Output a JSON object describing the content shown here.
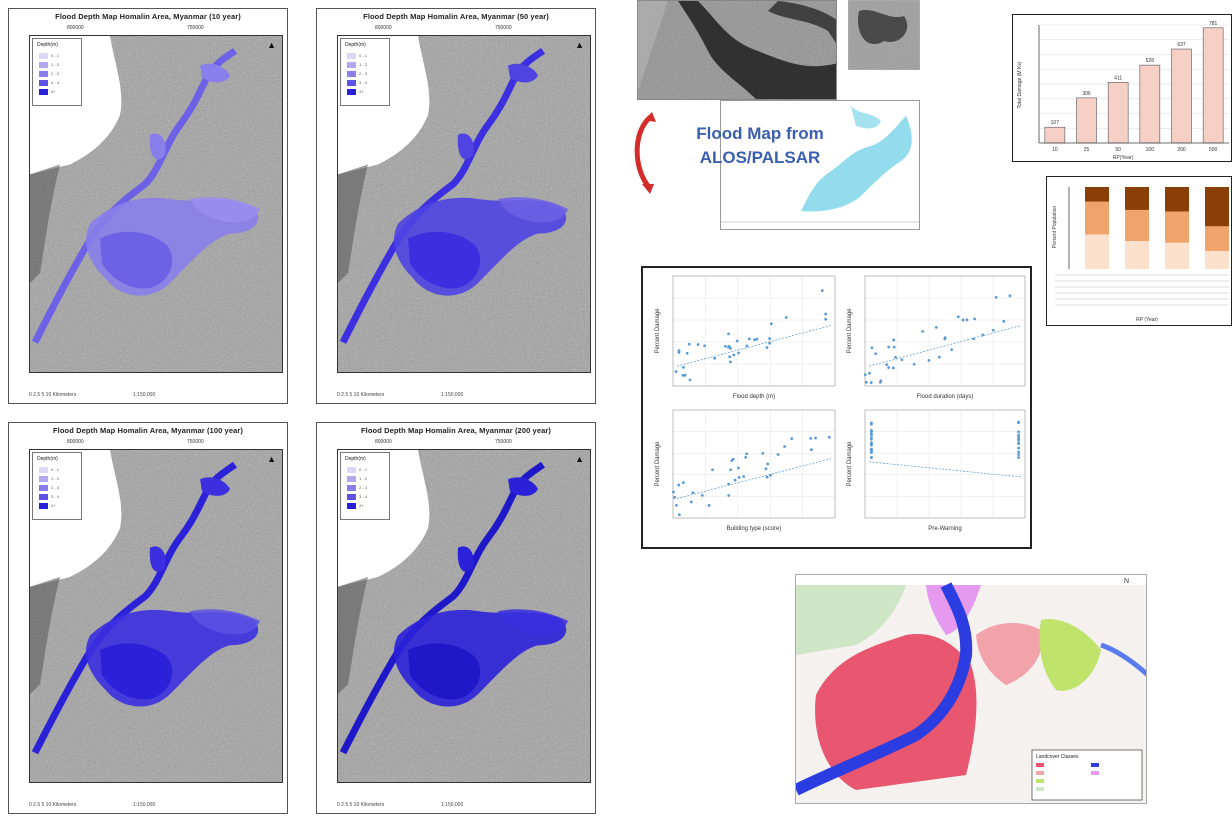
{
  "maps": [
    {
      "title": "Flood Depth Map Homalin Area, Myanmar (10 year)"
    },
    {
      "title": "Flood Depth Map Homalin Area, Myanmar (50 year)"
    },
    {
      "title": "Flood Depth Map Homalin Area, Myanmar (100 year)"
    },
    {
      "title": "Flood Depth Map Homalin Area, Myanmar (200 year)"
    }
  ],
  "map_common": {
    "legend_title": "Depth(m)",
    "legend_items": [
      "0 - 1",
      "1 - 2",
      "2 - 3",
      "3 - 4",
      "4+"
    ],
    "tick_left": "800000",
    "tick_right": "750000",
    "scale_text": "0  2.5  5      10 Kilometers",
    "scale_ratio": "1:150,000",
    "north": "N",
    "swatch_colors": [
      "#dcd6f7",
      "#b1a8f0",
      "#8a7eea",
      "#5d52e4",
      "#2b21d8"
    ],
    "flood_color": "#3b2fe0"
  },
  "alos": {
    "caption_line1": "Flood Map from",
    "caption_line2": "ALOS/PALSAR",
    "caption_color": "#3b5fb0",
    "arrow_color": "#d42b2b"
  },
  "bar_chart": {
    "bar_color": "#f6d0c4",
    "bar_labels": [
      "107",
      "306",
      "411",
      "528",
      "637",
      "781"
    ],
    "categories": [
      "10",
      "25",
      "50",
      "100",
      "200",
      "500"
    ],
    "ylabel": "Total Damage (M Ks)",
    "xlabel": "RP(Year)"
  },
  "stacked_chart": {
    "colors": [
      "#8c3e07",
      "#f0a46a",
      "#fbe1cc"
    ],
    "ylabel": "Percent Population",
    "xlabel": "RP (Year)"
  },
  "scatter": {
    "xlabels": [
      "Flood depth (m)",
      "Flood duration (days)",
      "Building type (score)",
      "Pre-Warning"
    ],
    "ylabel": "Percent Damage",
    "point_color": "#5b9bd5"
  },
  "landuse": {
    "legend_title": "Landcover Classes"
  }
}
